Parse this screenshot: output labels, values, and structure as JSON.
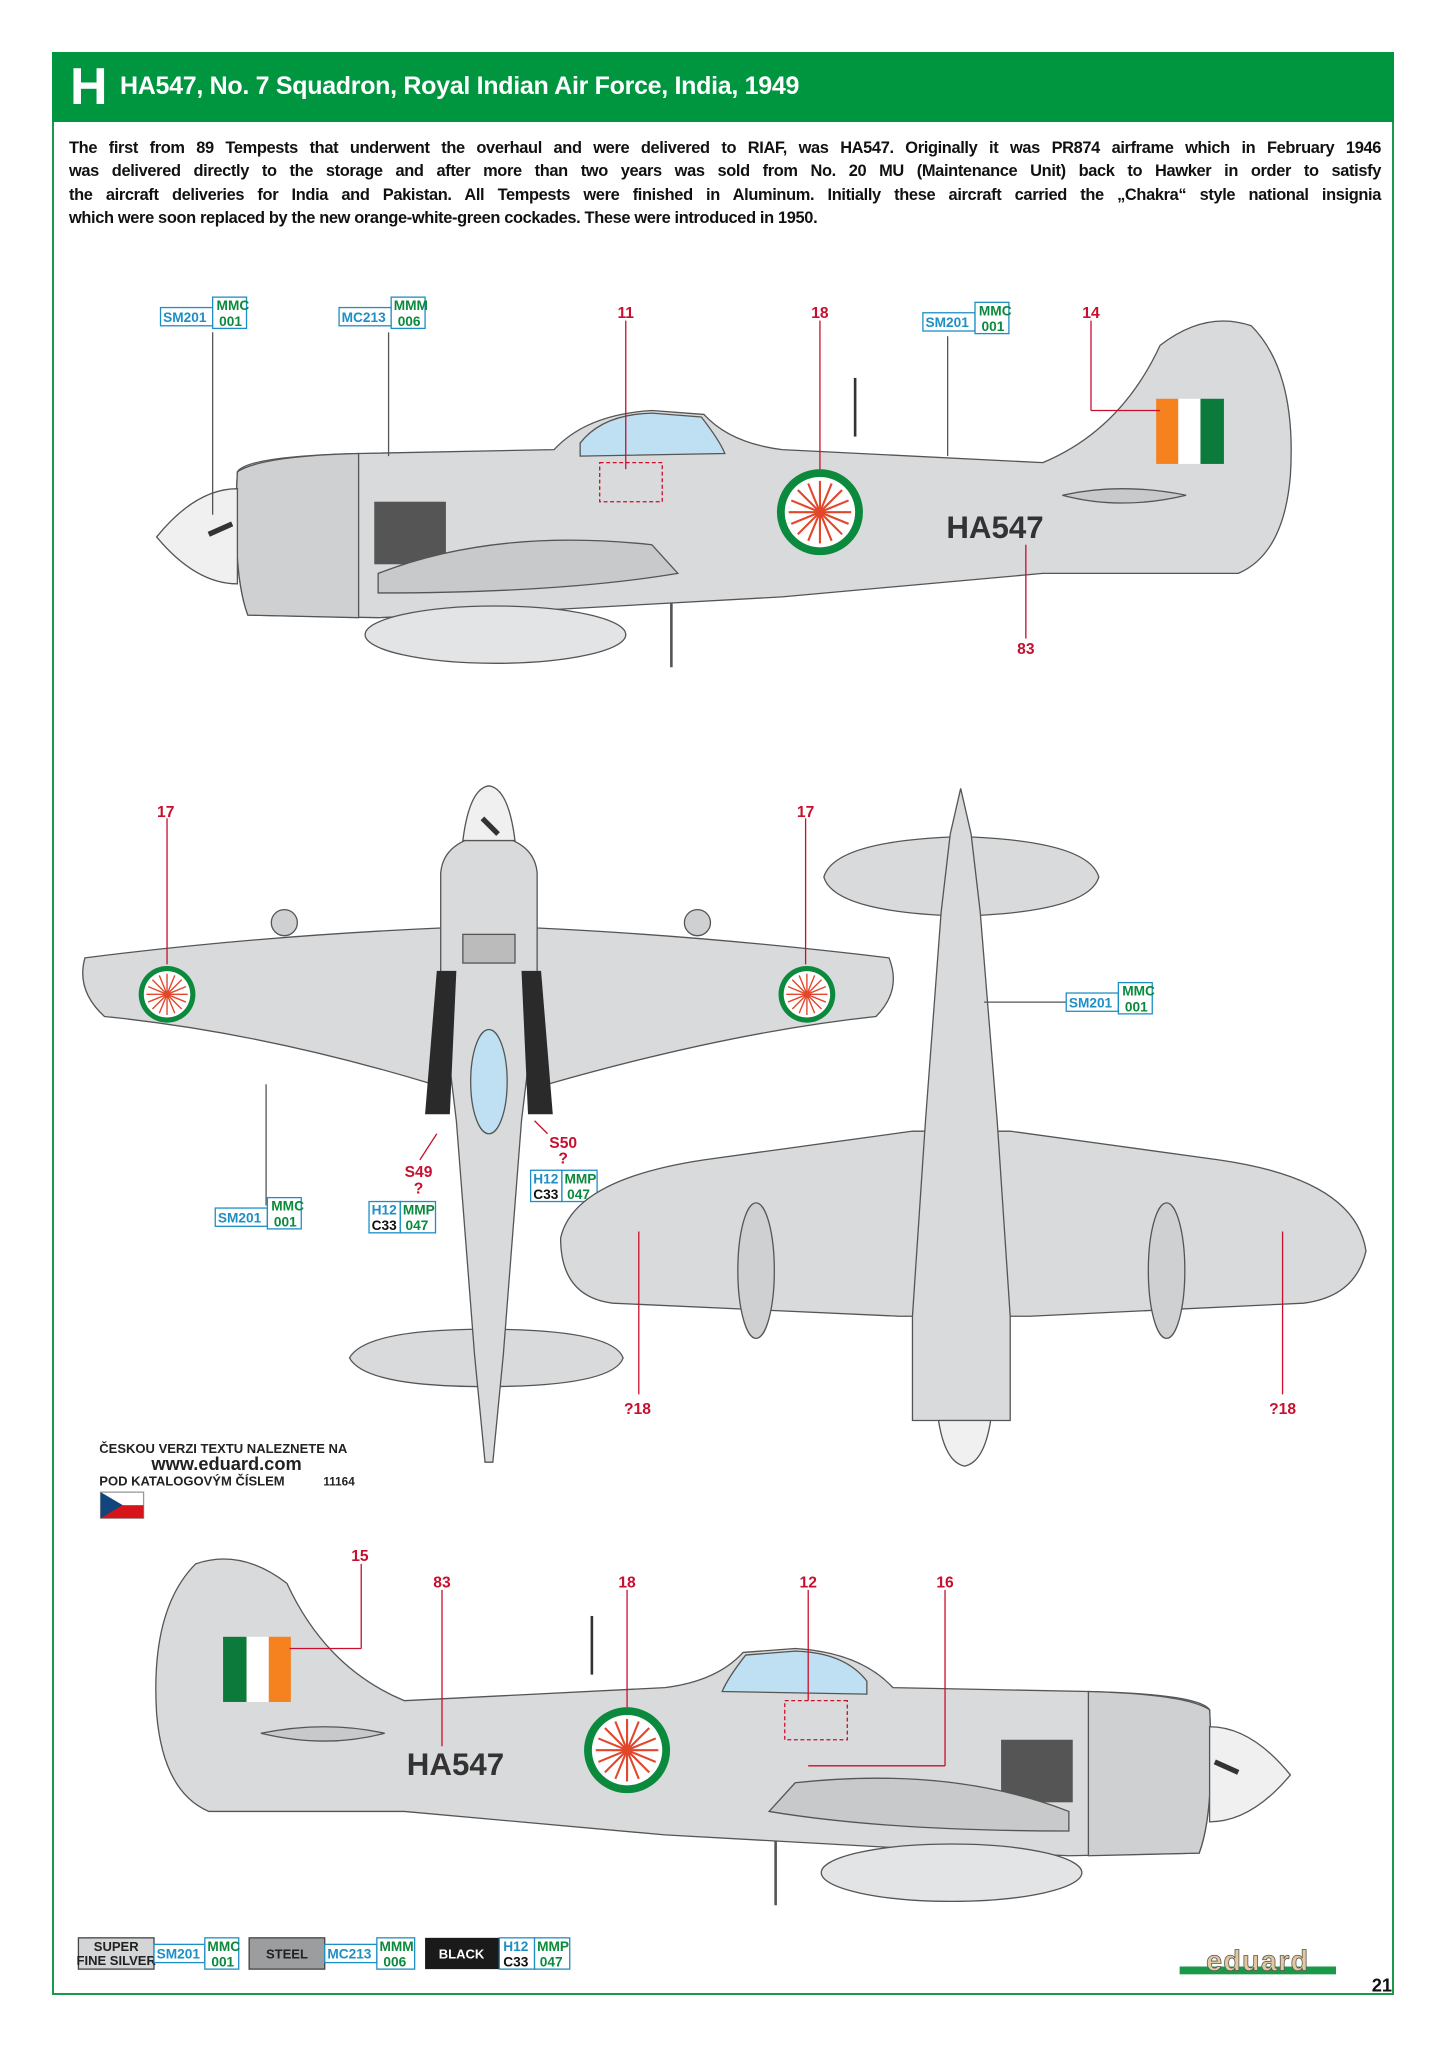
{
  "header": {
    "letter": "H",
    "title": "HA547, No. 7 Squadron, Royal Indian Air Force, India, 1949"
  },
  "description": {
    "lines": [
      "The first from 89 Tempests that underwent the overhaul and were delivered to RIAF, was HA547. Originally it was PR874 airframe which in February 1946",
      "was delivered directly to the storage and after more than two years was sold from No. 20 MU (Maintenance Unit) back to Hawker in order to satisfy",
      "the aircraft deliveries for India and Pakistan. All Tempests were finished in Aluminum. Initially these aircraft carried the „Chakra“ style national insignia",
      "which were soon replaced by the new orange-white-green cockades. These were introduced in 1950."
    ]
  },
  "paints": {
    "silver": {
      "code1": "SM201",
      "code2a": "MMC",
      "code2b": "001",
      "name1": "SUPER",
      "name2": "FINE SILVER"
    },
    "steel": {
      "code1": "MC213",
      "code2a": "MMM",
      "code2b": "006",
      "name": "STEEL"
    },
    "black": {
      "code1a": "H12",
      "code1b": "C33",
      "code2a": "MMP",
      "code2b": "047",
      "name": "BLACK"
    }
  },
  "registration": "HA547",
  "callouts": {
    "side_top": [
      "11",
      "18",
      "14",
      "83"
    ],
    "top_view": [
      "17",
      "17",
      "S49",
      "?",
      "S50",
      "?"
    ],
    "bottom_view": [
      "?18",
      "?18"
    ],
    "side_bottom": [
      "15",
      "83",
      "18",
      "12",
      "16"
    ]
  },
  "czech_note": {
    "line1": "ČESKOU VERZI TEXTU NALEZNETE NA",
    "url": "www.eduard.com",
    "line3": "POD KATALOGOVÝM ČÍSLEM",
    "catalog": "11164"
  },
  "brand": "eduard",
  "page_number": "21",
  "colors": {
    "green": "#009640",
    "orange": "#f5821f",
    "blue": "#1e8fc6",
    "red": "#c8102e",
    "aluminium": "#d9dadb"
  }
}
